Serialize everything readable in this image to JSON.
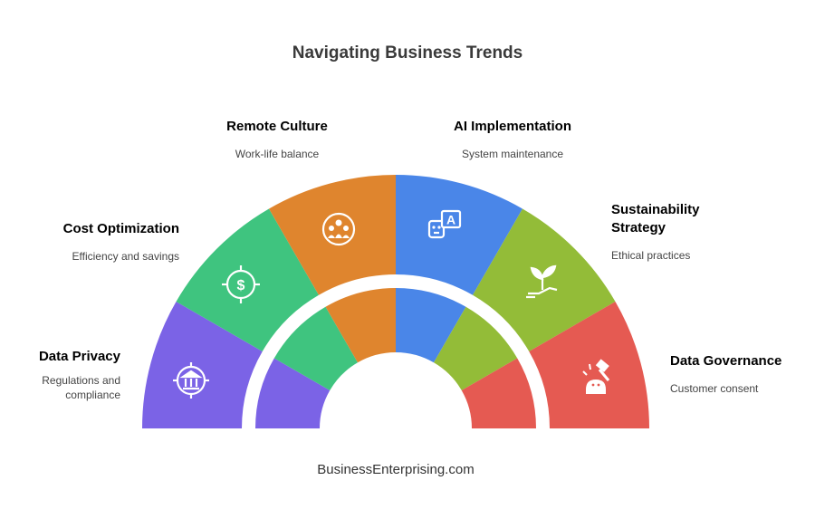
{
  "title": "Navigating Business Trends",
  "footer": "BusinessEnterprising.com",
  "segments": [
    {
      "heading": "Data Privacy",
      "description": "Regulations and\ncompliance",
      "color": "#7b63e6",
      "icon": "bank-icon"
    },
    {
      "heading": "Cost Optimization",
      "description": "Efficiency and savings",
      "color": "#3fc47f",
      "icon": "dollar-target-icon"
    },
    {
      "heading": "Remote Culture",
      "description": "Work-life balance",
      "color": "#df852e",
      "icon": "team-icon"
    },
    {
      "heading": "AI Implementation",
      "description": "System maintenance",
      "color": "#4a86e8",
      "icon": "robot-ai-icon"
    },
    {
      "heading": "Sustainability\nStrategy",
      "description": "Ethical practices",
      "color": "#93bc38",
      "icon": "plant-hand-icon"
    },
    {
      "heading": "Data Governance",
      "description": "Customer consent",
      "color": "#e55a52",
      "icon": "gavel-icon"
    }
  ]
}
